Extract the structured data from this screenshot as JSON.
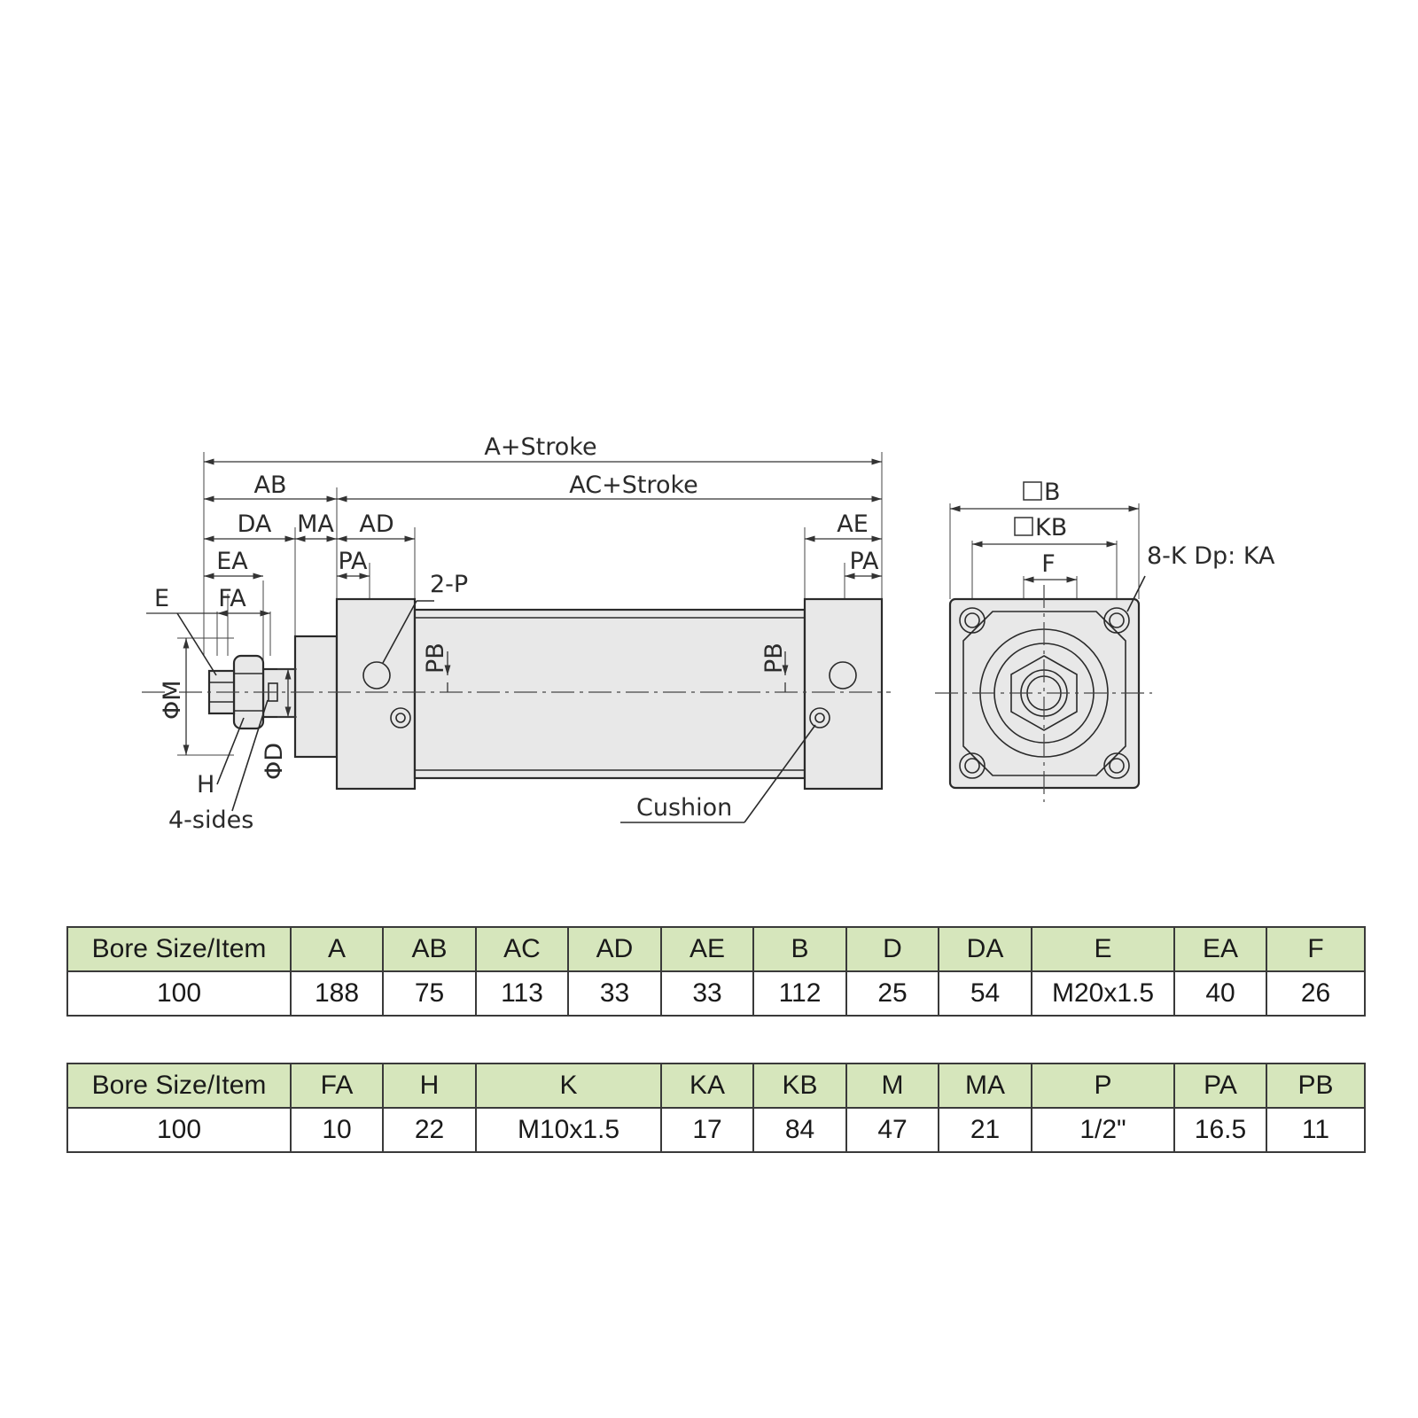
{
  "drawing": {
    "labels": {
      "a_stroke": "A+Stroke",
      "ac_stroke": "AC+Stroke",
      "ab": "AB",
      "da": "DA",
      "ma": "MA",
      "ad": "AD",
      "ae": "AE",
      "ea": "EA",
      "fa": "FA",
      "e": "E",
      "pa_left": "PA",
      "pa_right": "PA",
      "two_p": "2-P",
      "pb_left": "PB",
      "pb_right": "PB",
      "phi_m": "ΦM",
      "phi_d": "ΦD",
      "h": "H",
      "four_sides": "4-sides",
      "cushion": "Cushion",
      "b": "B",
      "kb": "KB",
      "f": "F",
      "eight_k": "8-K Dp: KA"
    }
  },
  "table1": {
    "headers": [
      "Bore Size/Item",
      "A",
      "AB",
      "AC",
      "AD",
      "AE",
      "B",
      "D",
      "DA",
      "E",
      "EA",
      "F"
    ],
    "values": [
      "100",
      "188",
      "75",
      "113",
      "33",
      "33",
      "112",
      "25",
      "54",
      "M20x1.5",
      "40",
      "26"
    ]
  },
  "table2": {
    "headers": [
      "Bore Size/Item",
      "FA",
      "H",
      "K",
      "KA",
      "KB",
      "M",
      "MA",
      "P",
      "PA",
      "PB"
    ],
    "values": [
      "100",
      "10",
      "22",
      "M10x1.5",
      "17",
      "84",
      "47",
      "21",
      "1/2\"",
      "16.5",
      "11"
    ]
  }
}
